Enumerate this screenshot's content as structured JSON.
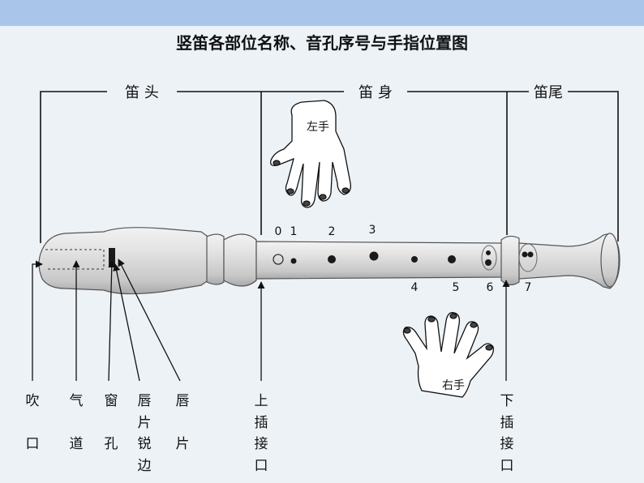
{
  "title": "竖笛各部位名称、音孔序号与手指位置图",
  "sections": {
    "head": "笛  头",
    "body": "笛  身",
    "tail": "笛尾"
  },
  "hands": {
    "left": "左手",
    "right": "右手"
  },
  "hole_numbers": [
    "0",
    "1",
    "2",
    "3",
    "4",
    "5",
    "6",
    "7"
  ],
  "parts": [
    {
      "name": "blow-hole",
      "chars": [
        "吹",
        "口"
      ]
    },
    {
      "name": "windway",
      "chars": [
        "气",
        "道"
      ]
    },
    {
      "name": "window",
      "chars": [
        "窗",
        "孔"
      ]
    },
    {
      "name": "labium-edge",
      "chars": [
        "唇",
        "片",
        "锐",
        "边"
      ]
    },
    {
      "name": "labium",
      "chars": [
        "唇",
        "片"
      ]
    },
    {
      "name": "upper-joint",
      "chars": [
        "上",
        "插",
        "接",
        "口"
      ]
    },
    {
      "name": "lower-joint",
      "chars": [
        "下",
        "插",
        "接",
        "口"
      ]
    }
  ],
  "colors": {
    "recorder": "#dcdcdc",
    "hole": "#1a1a1a",
    "line": "#111111",
    "topbar": "#a9c6ea"
  }
}
